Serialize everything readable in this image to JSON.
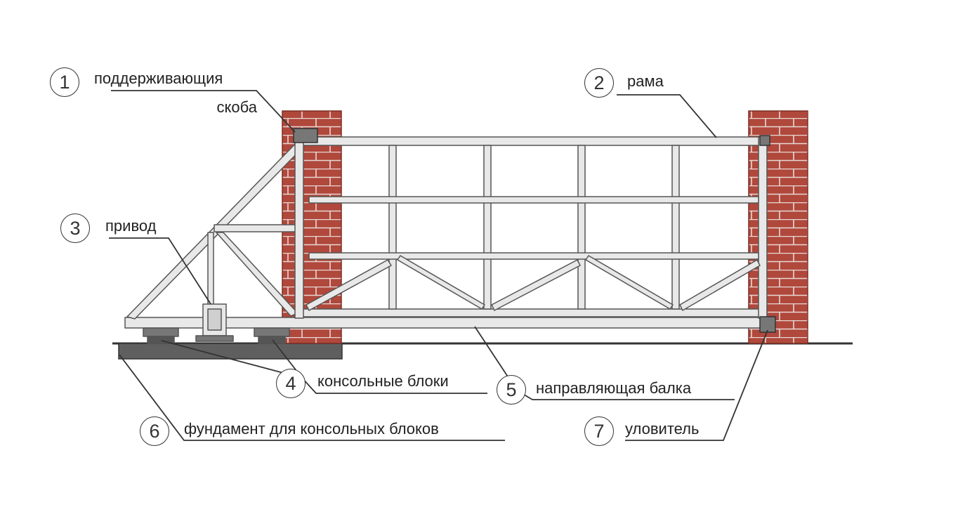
{
  "callouts": [
    {
      "number": "1",
      "label": "поддерживающия",
      "label2": "скоба"
    },
    {
      "number": "2",
      "label": "рама"
    },
    {
      "number": "3",
      "label": "привод"
    },
    {
      "number": "4",
      "label": "консольные блоки"
    },
    {
      "number": "5",
      "label": "направляющая балка"
    },
    {
      "number": "6",
      "label": "фундамент для консольных блоков"
    },
    {
      "number": "7",
      "label": "уловитель"
    }
  ],
  "colors": {
    "brick": "#b0483c",
    "mortar": "#e8d8d4",
    "frame_fill": "#e8e8e8",
    "frame_stroke": "#555555",
    "foundation": "#5f5f5f",
    "line": "#333333"
  }
}
